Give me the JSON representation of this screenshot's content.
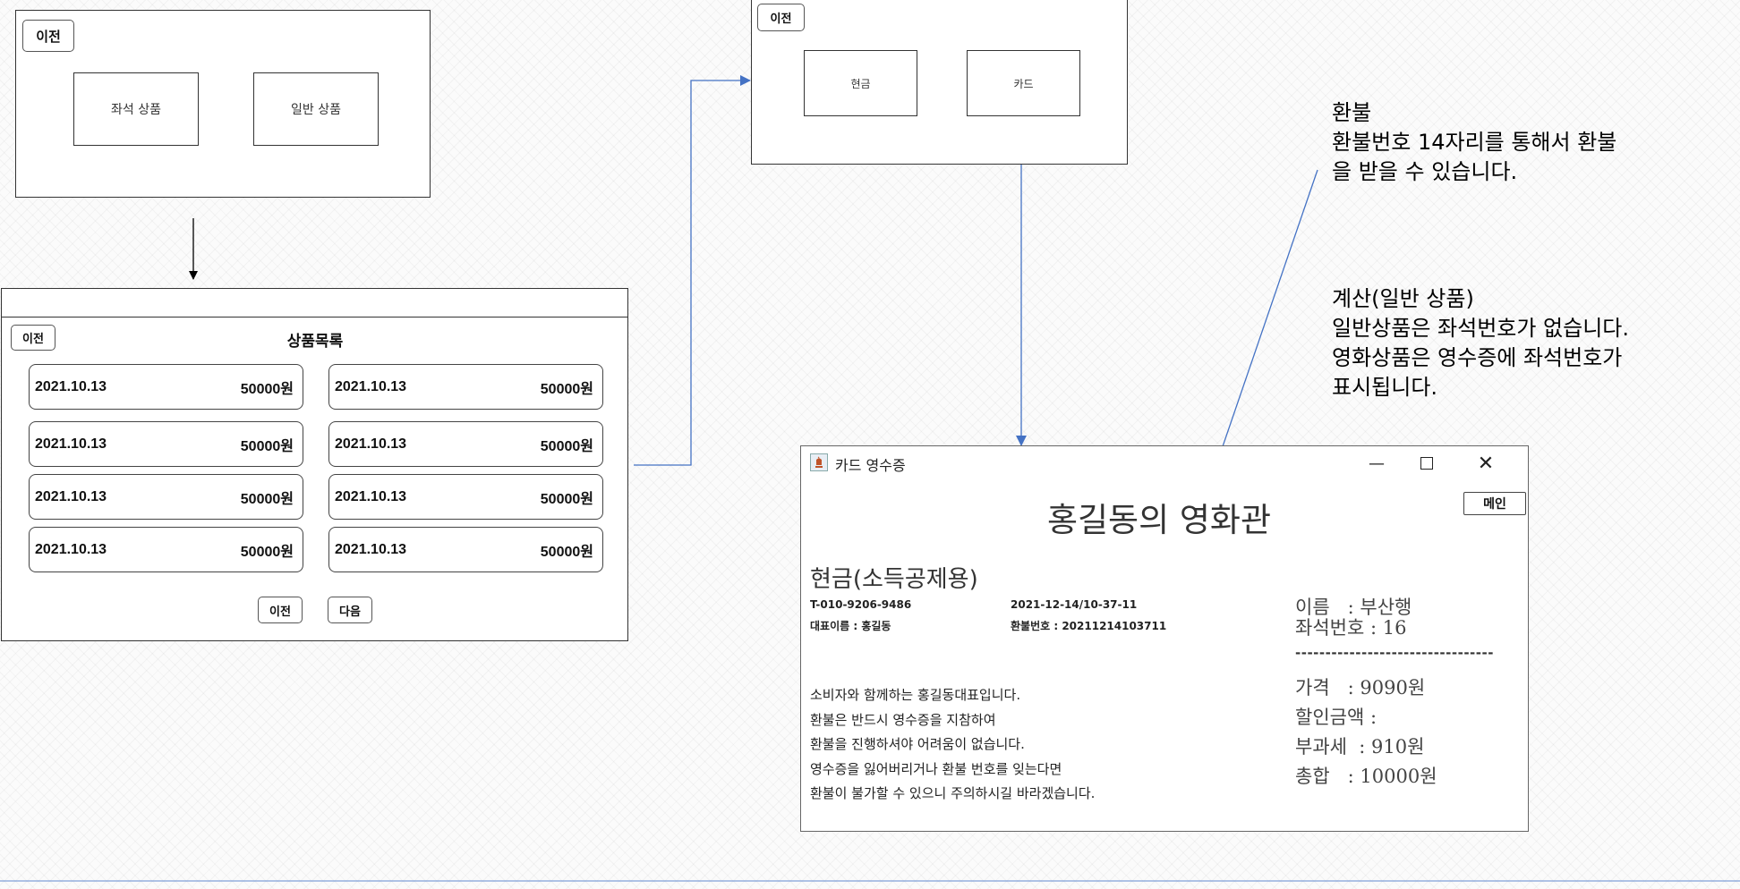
{
  "category_screen": {
    "back": "이전",
    "seat_product": "좌석 상품",
    "general_product": "일반 상품"
  },
  "payment_screen": {
    "back": "이전",
    "cash": "현금",
    "card": "카드"
  },
  "product_list": {
    "back_top": "이전",
    "title": "상품목록",
    "items": [
      {
        "date": "2021.10.13",
        "price": "50000원"
      },
      {
        "date": "2021.10.13",
        "price": "50000원"
      },
      {
        "date": "2021.10.13",
        "price": "50000원"
      },
      {
        "date": "2021.10.13",
        "price": "50000원"
      },
      {
        "date": "2021.10.13",
        "price": "50000원"
      },
      {
        "date": "2021.10.13",
        "price": "50000원"
      },
      {
        "date": "2021.10.13",
        "price": "50000원"
      },
      {
        "date": "2021.10.13",
        "price": "50000원"
      }
    ],
    "prev": "이전",
    "next": "다음"
  },
  "notes": {
    "refund_title": "환불",
    "refund_body_1": "환불번호 14자리를 통해서 환불",
    "refund_body_2": "을 받을 수 있습니다.",
    "calc_title": "계산(일반 상품)",
    "calc_line_1": "일반상품은 좌석번호가 없습니다.",
    "calc_line_2": "영화상품은 영수증에 좌석번호가",
    "calc_line_3": "표시됩니다."
  },
  "receipt_window": {
    "title": "카드 영수증",
    "main_button": "메인",
    "cinema_name": "홍길동의 영화관",
    "receipt_type": "현금(소득공제용)",
    "phone": "T-010-9206-9486",
    "datetime": "2021-12-14/10-37-11",
    "representative": "대표이름 : 홍길동",
    "refund_number": "환불번호 : 20211214103711",
    "name": "이름   : 부산행",
    "seat": "좌석번호 : 16",
    "divider": "---------------------------------",
    "price": "가격   : 9090원",
    "discount": "할인금액 :",
    "vat": "부과세  : 910원",
    "total": "총합   : 10000원",
    "messages": [
      "소비자와 함께하는 홍길동대표입니다.",
      "환불은 반드시 영수증을 지참하여",
      "환불을 진행하셔야 어려움이 없습니다.",
      "영수증을 잃어버리거나 환불 번호를 잊는다면",
      "환불이 불가할 수 있으니 주의하시길 바라겠습니다."
    ]
  }
}
